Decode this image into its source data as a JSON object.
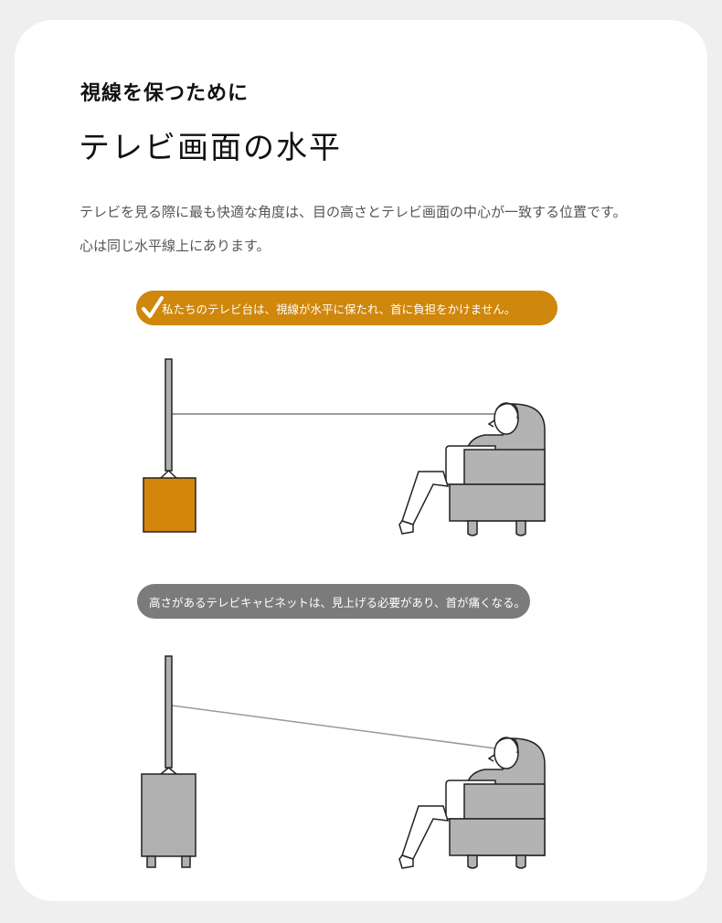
{
  "header": {
    "subtitle": "視線を保つために",
    "title": "テレビ画面の水平"
  },
  "description": {
    "line1": "テレビを見る際に最も快適な角度は、目の高さとテレビ画面の中心が一致する位置です。",
    "line2": "心は同じ水平線上にあります。"
  },
  "good_example": {
    "label": "私たちのテレビ台は、視線が水平に保たれ、首に負担をかけません。",
    "icon": "check-icon",
    "color": "#cf870c"
  },
  "bad_example": {
    "label": "高さがあるテレビキャビネットは、見上げる必要があり、首が痛くなる。",
    "color": "#7b7b7b"
  },
  "colors": {
    "card": "#ffffff",
    "background": "#efefef",
    "stand_good": "#d4860b",
    "stand_bad": "#b0b0b0",
    "chair": "#b3b3b3"
  }
}
